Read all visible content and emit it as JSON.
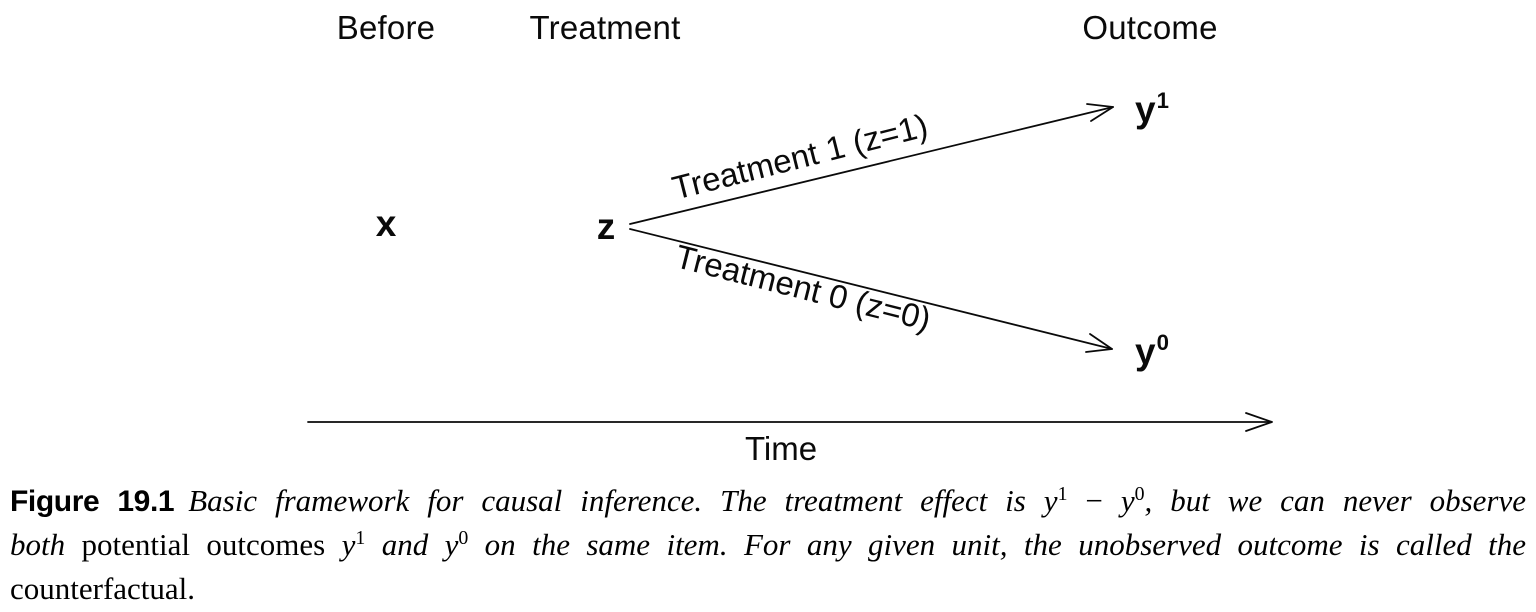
{
  "figure": {
    "ink_color": "#0a0a0a",
    "headers": {
      "before": "Before",
      "treatment": "Treatment",
      "outcome": "Outcome"
    },
    "nodes": {
      "x": "x",
      "z": "z",
      "y_base": "y",
      "y1_sup": "1",
      "y0_sup": "0"
    },
    "edges": {
      "treatment1_label": "Treatment 1 (z=1)",
      "treatment0_label": "Treatment 0 (z=0)"
    },
    "time_label": "Time"
  },
  "caption": {
    "figure_label": "Figure 19.1",
    "intro_italic": "Basic framework for causal inference. The treatment effect is ",
    "y_base": "y",
    "sup_one": "1",
    "sup_zero": "0",
    "minus": " − ",
    "after_math_italic": ", but we can never observe",
    "both_italic": "both",
    "potential_roman": " potential outcomes ",
    "and_italic": " and ",
    "same_item_italic": " on the same item. For any given unit, the unobserved outcome is called the",
    "counterfactual_roman": "counterfactual."
  }
}
